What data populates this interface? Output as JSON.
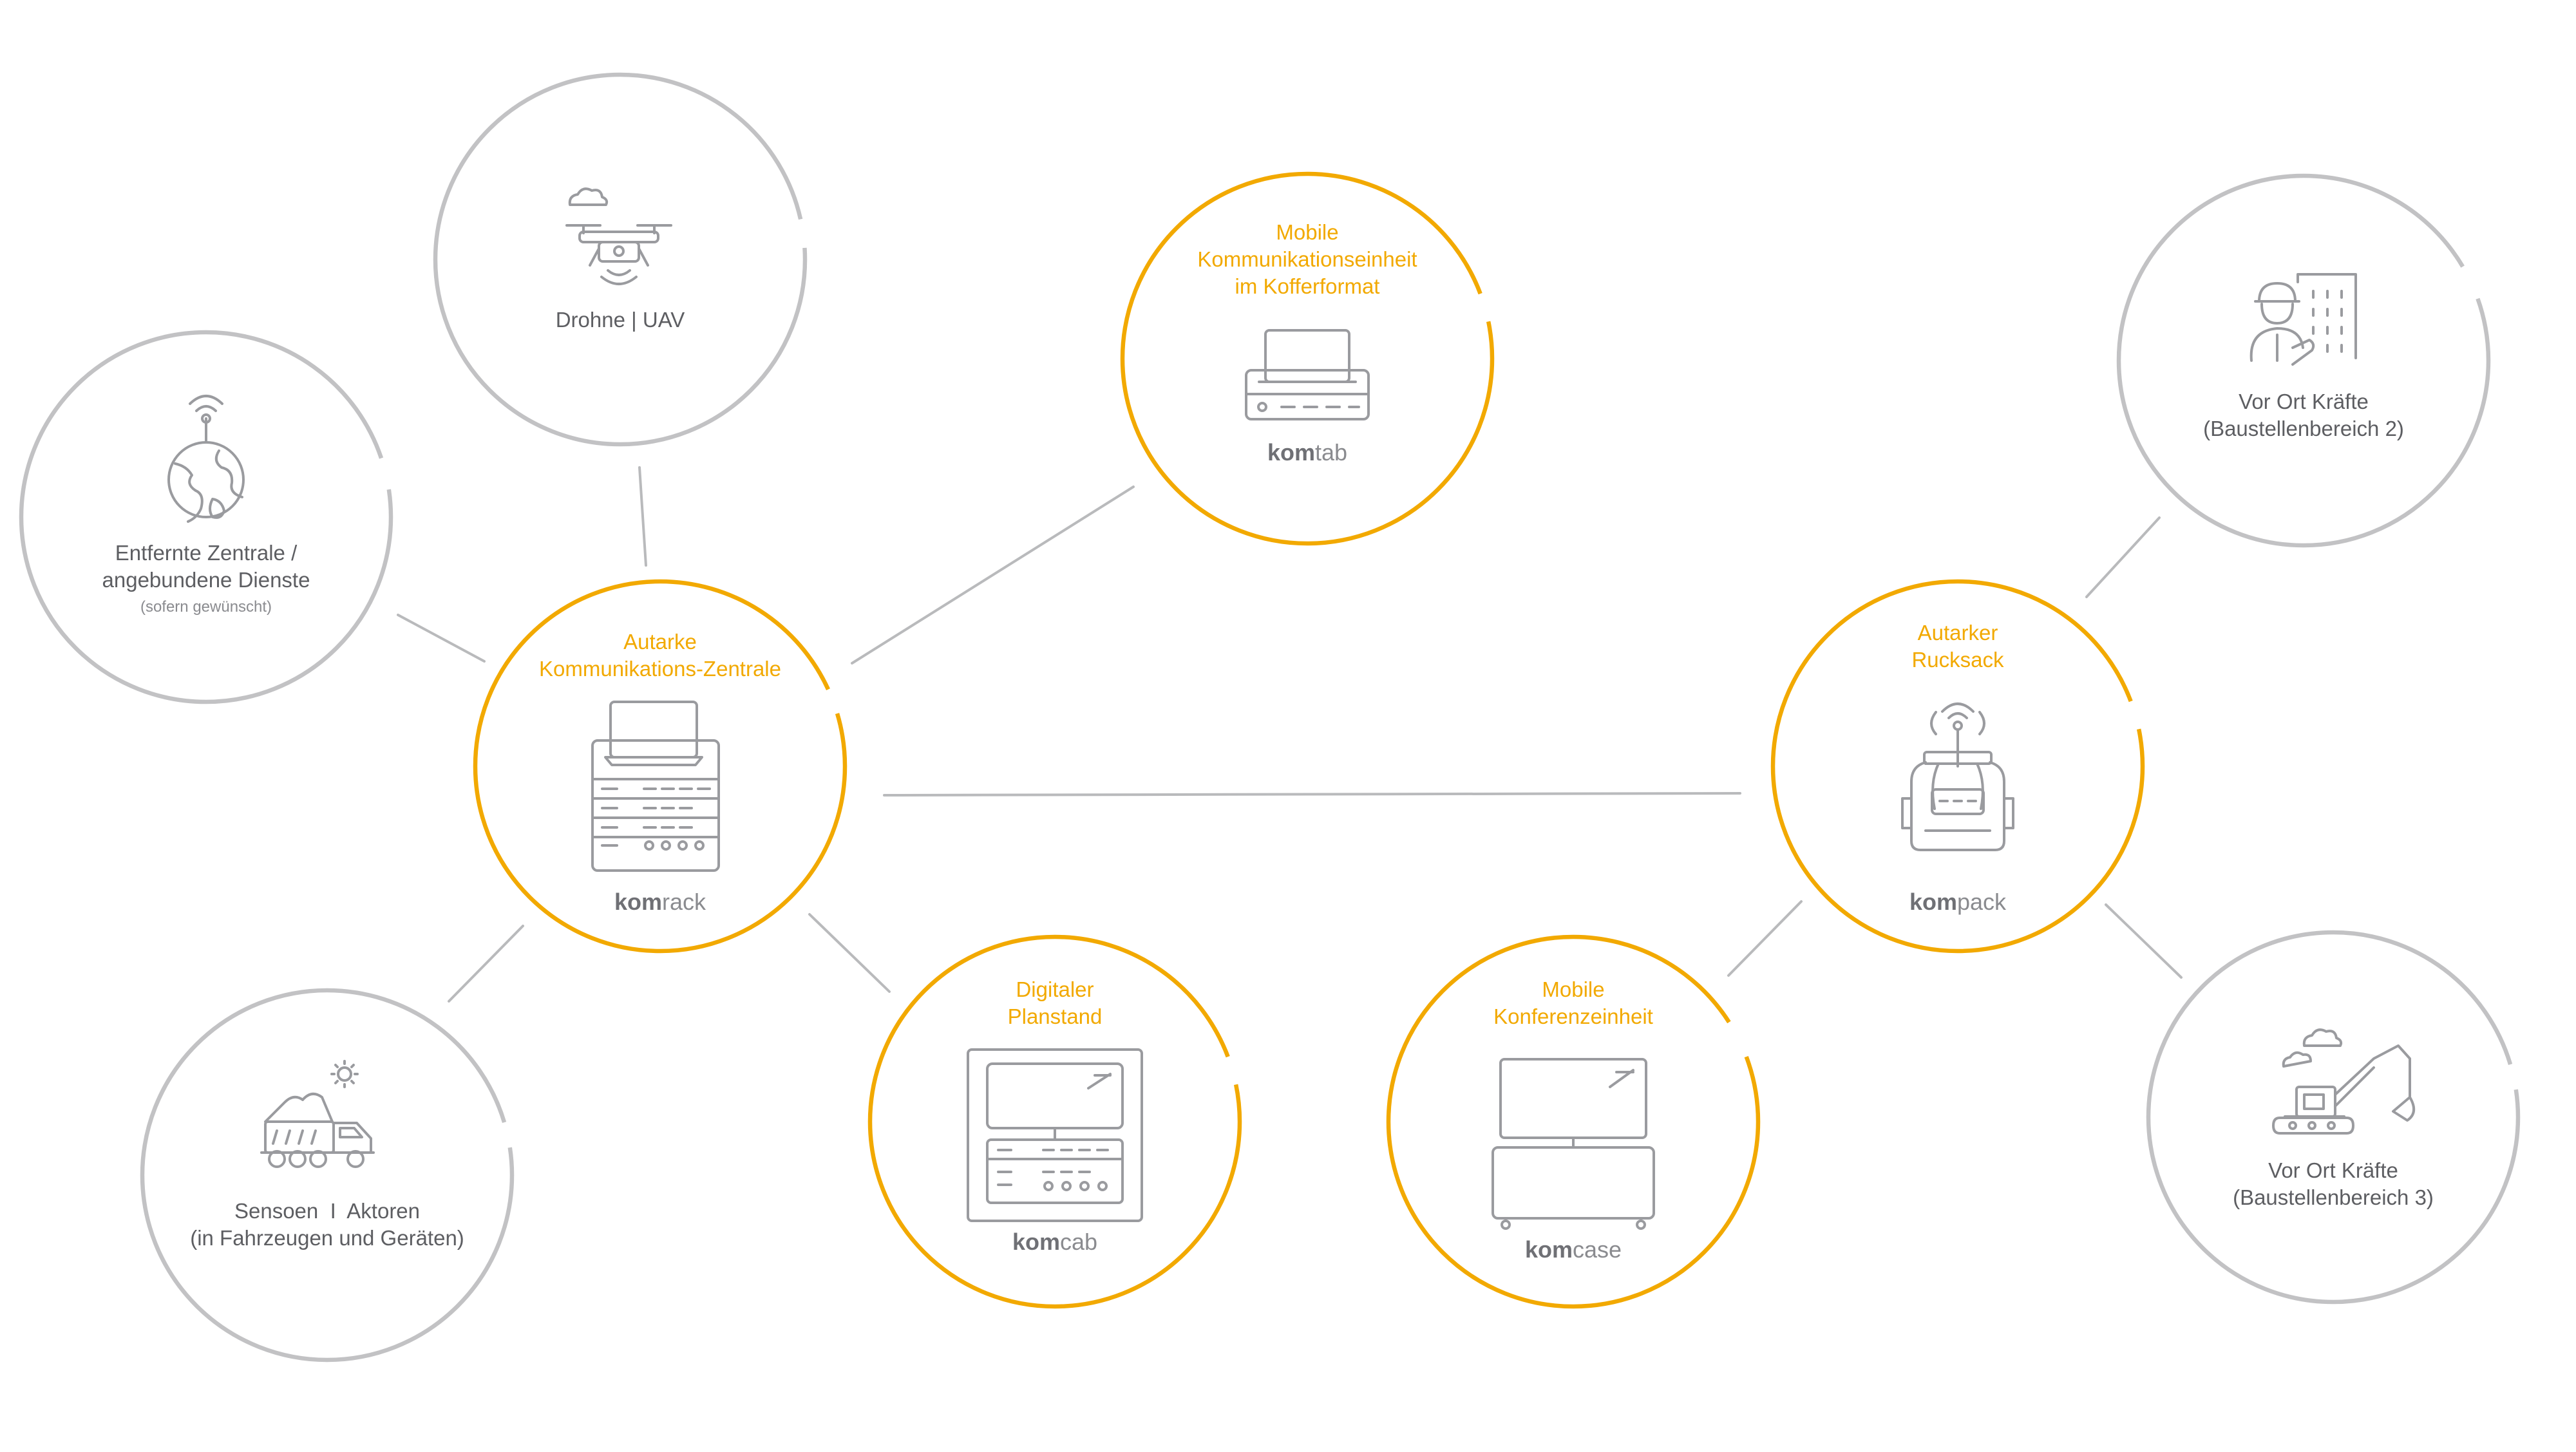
{
  "colors": {
    "accent": "#f2a900",
    "neutral_ring": "#c2c2c4",
    "icon": "#9a9b9f",
    "line": "#b9babc",
    "text": "#5d5e62"
  },
  "nodes": {
    "drone": {
      "label_lines": [
        "Drohne | UAV"
      ],
      "icon": "drone-icon"
    },
    "remote_center": {
      "label_lines": [
        "Entfernte Zentrale /",
        "angebundene Dienste"
      ],
      "note": "(sofern gewünscht)",
      "icon": "globe-antenna-icon"
    },
    "komrack": {
      "title_lines": [
        "Autarke",
        "Kommunikations-Zentrale"
      ],
      "brand_bold": "kom",
      "brand_rest": "rack",
      "icon": "rack-icon"
    },
    "komtab": {
      "title_lines": [
        "Mobile",
        "Kommunikationseinheit",
        "im Kofferformat"
      ],
      "brand_bold": "kom",
      "brand_rest": "tab",
      "icon": "laptop-case-icon"
    },
    "sensors": {
      "label_lines": [
        "Sensoen  I  Aktoren",
        "(in Fahrzeugen und Geräten)"
      ],
      "icon": "dump-truck-icon"
    },
    "komcab": {
      "title_lines": [
        "Digitaler",
        "Planstand"
      ],
      "brand_bold": "kom",
      "brand_rest": "cab",
      "icon": "cabinet-screen-icon"
    },
    "komcase": {
      "title_lines": [
        "Mobile",
        "Konferenzeinheit"
      ],
      "brand_bold": "kom",
      "brand_rest": "case",
      "icon": "conference-screen-icon"
    },
    "kompack": {
      "title_lines": [
        "Autarker",
        "Rucksack"
      ],
      "brand_bold": "kom",
      "brand_rest": "pack",
      "icon": "backpack-antenna-icon"
    },
    "site2": {
      "label_lines": [
        "Vor Ort Kräfte",
        "(Baustellenbereich 2)"
      ],
      "icon": "construction-worker-icon"
    },
    "site3": {
      "label_lines": [
        "Vor Ort Kräfte",
        "(Baustellenbereich 3)"
      ],
      "icon": "excavator-icon"
    }
  }
}
